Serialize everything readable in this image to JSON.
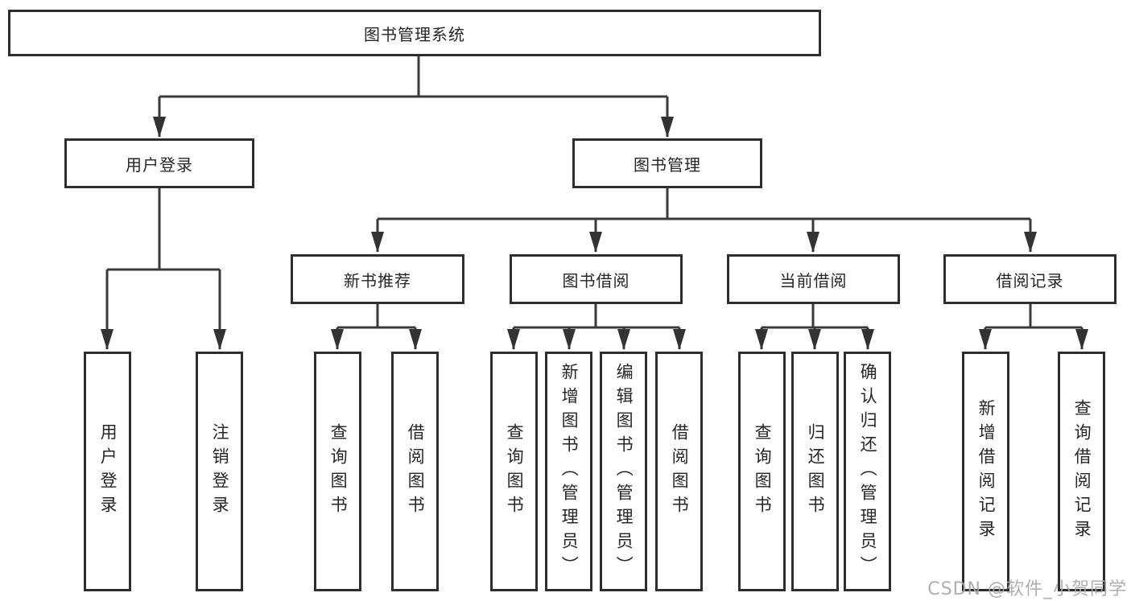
{
  "diagram": {
    "root": {
      "label": "图书管理系统"
    },
    "level2": [
      {
        "label": "用户登录"
      },
      {
        "label": "图书管理"
      }
    ],
    "level3": [
      {
        "label": "新书推荐"
      },
      {
        "label": "图书借阅"
      },
      {
        "label": "当前借阅"
      },
      {
        "label": "借阅记录"
      }
    ],
    "leaves": [
      {
        "label": "用户登录"
      },
      {
        "label": "注销登录"
      },
      {
        "label": "查询图书"
      },
      {
        "label": "借阅图书"
      },
      {
        "label": "查询图书"
      },
      {
        "label": "新增图书（管理员）"
      },
      {
        "label": "编辑图书（管理员）"
      },
      {
        "label": "借阅图书"
      },
      {
        "label": "查询图书"
      },
      {
        "label": "归还图书"
      },
      {
        "label": "确认归还（管理员）"
      },
      {
        "label": "新增借阅记录"
      },
      {
        "label": "查询借阅记录"
      }
    ],
    "hierarchy": {
      "图书管理系统": {
        "用户登录": [
          "用户登录",
          "注销登录"
        ],
        "图书管理": {
          "新书推荐": [
            "查询图书",
            "借阅图书"
          ],
          "图书借阅": [
            "查询图书",
            "新增图书（管理员）",
            "编辑图书（管理员）",
            "借阅图书"
          ],
          "当前借阅": [
            "查询图书",
            "归还图书",
            "确认归还（管理员）"
          ],
          "借阅记录": [
            "新增借阅记录",
            "查询借阅记录"
          ]
        }
      }
    },
    "colors": {
      "line": "#3a3a3a",
      "arrow": "#333333",
      "box_border": "#2e2e2e",
      "box_fill": "#ffffff",
      "text": "#262626",
      "watermark": "#a8a8a8"
    }
  },
  "watermark": {
    "text": "CSDN @软件_小贺同学"
  }
}
